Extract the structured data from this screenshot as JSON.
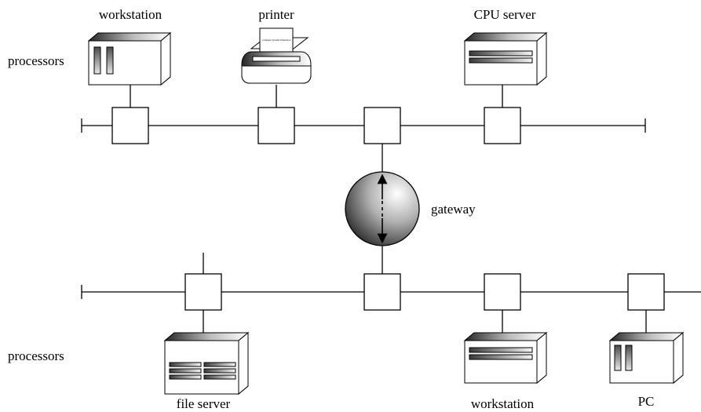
{
  "labels": {
    "processors_top": "processors",
    "processors_bottom": "processors",
    "workstation_top": "workstation",
    "printer": "printer",
    "cpu_server": "CPU server",
    "gateway": "gateway",
    "file_server": "file server",
    "workstation_bottom": "workstation",
    "pc": "PC"
  },
  "paper_text": "Computer Systems Illustration",
  "colors": {
    "stroke": "#000000",
    "gradient_dark": "#202020",
    "gradient_light": "#ffffff"
  }
}
